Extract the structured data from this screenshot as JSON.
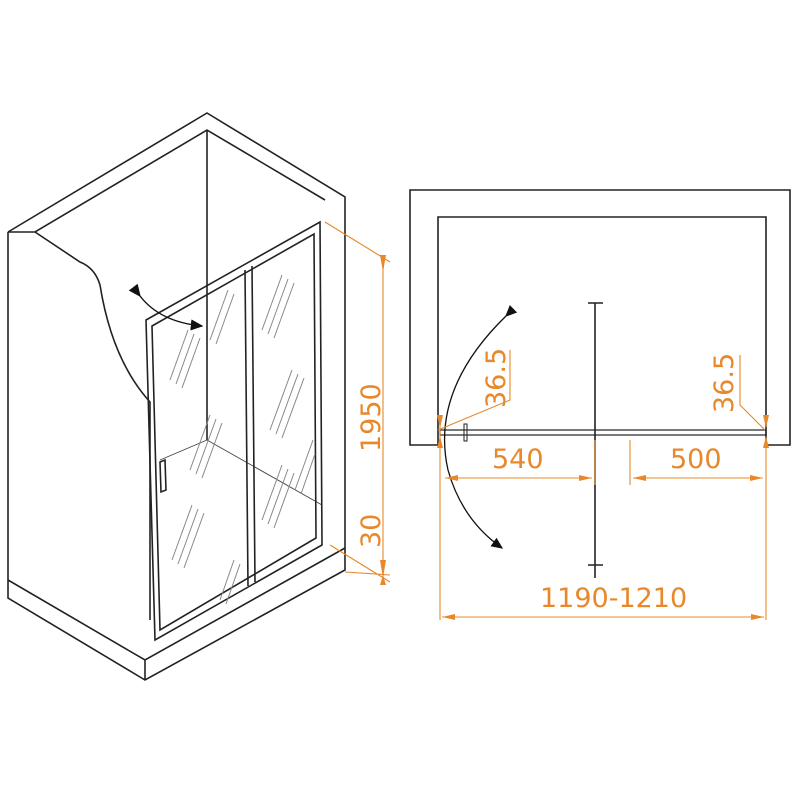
{
  "colors": {
    "dimension": "#E8882A",
    "outline": "#222222"
  },
  "dimensions": {
    "height": "1950",
    "base_height": "30",
    "left_offset": "36.5",
    "right_offset": "36.5",
    "left_opening": "540",
    "right_panel": "500",
    "total_width": "1190-1210"
  }
}
